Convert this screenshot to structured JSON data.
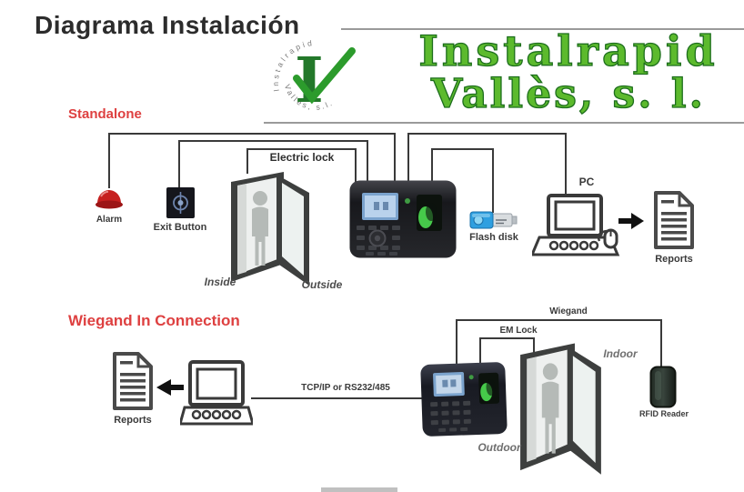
{
  "header": {
    "title": "Diagrama Instalación",
    "brand": {
      "line1": "Instalrapid",
      "line2": "Vallès, s. l.",
      "mark_letter": "I",
      "arc_top": "Instalrapid",
      "arc_bottom": "Vallès, s.l."
    }
  },
  "standalone": {
    "heading": "Standalone",
    "alarm_label": "Alarm",
    "exit_button_label": "Exit Button",
    "electric_lock_label": "Electric lock",
    "inside_label": "Inside",
    "outside_label": "Outside",
    "flash_disk_label": "Flash disk",
    "pc_label": "PC",
    "reports_label": "Reports"
  },
  "wiegand": {
    "heading": "Wiegand In Connection",
    "reports_label": "Reports",
    "connection_label": "TCP/IP or RS232/485",
    "em_lock_label": "EM Lock",
    "wiegand_label": "Wiegand",
    "indoor_label": "Indoor",
    "outdoor_label": "Outdoor",
    "rfid_reader_label": "RFID Reader"
  },
  "colors": {
    "heading_red": "#de4040",
    "brand_green": "#5cba2d",
    "brand_green_dark": "#1d6e1d",
    "wire_gray": "#3a3a3a",
    "alarm_red": "#c6201f",
    "lcd_blue": "#b9d2ec",
    "fingerprint_green": "#46c94a",
    "flashdisk_blue": "#2e9fe0"
  }
}
